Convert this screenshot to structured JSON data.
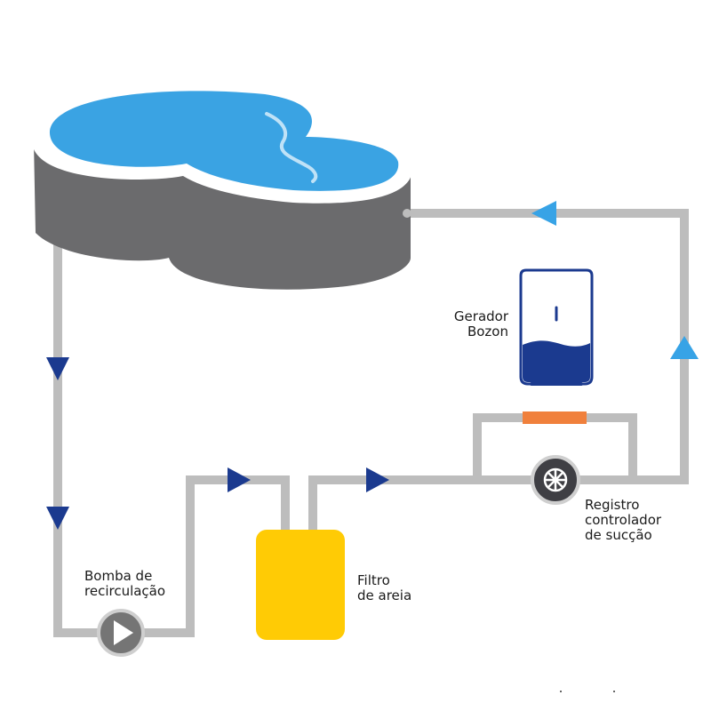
{
  "diagram": {
    "labels": {
      "pump": [
        "Bomba de",
        "recirculação"
      ],
      "filter": [
        "Filtro",
        "de areia"
      ],
      "generator": [
        "Gerador",
        "Bozon"
      ],
      "valve": [
        "Registro",
        "controlador",
        "de sucção"
      ]
    },
    "components": {
      "pool": "swimming-pool",
      "pump": "recirculation-pump",
      "filter": "sand-filter",
      "generator": "bozon-generator",
      "valve": "suction-control-valve"
    },
    "colors": {
      "pipe": "#bdbdbd",
      "pool_water": "#3aa3e3",
      "pool_wall": "#6b6b6d",
      "pool_rim": "#ffffff",
      "arrow_return": "#37a3e6",
      "arrow_flow": "#1b3a8f",
      "filter": "#ffcb05",
      "generator_water": "#1b3a8f",
      "bypass_connector": "#f0803c",
      "pump_body": "#757575",
      "valve_body": "#3f3f44"
    }
  }
}
